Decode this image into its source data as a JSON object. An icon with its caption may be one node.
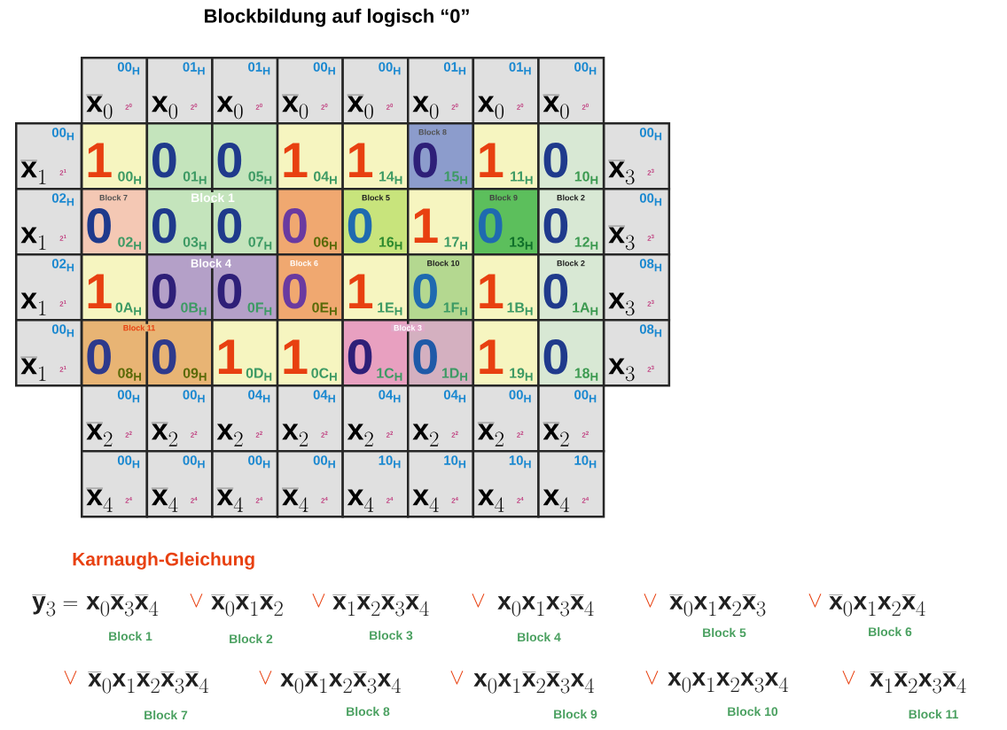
{
  "diagram": {
    "title": "Blockbildung auf logisch “0”",
    "nodes": [
      {
        "text": [
          "00$_{H}$",
          "\\overline{x}_{0}",
          "2$^{0}$"
        ]
      },
      {
        "text": [
          "01$_{H}$",
          "x_{0}",
          "2$^{0}$"
        ]
      },
      {
        "text": [
          "01$_{H}$",
          "x_{0}",
          "2$^{0}$"
        ]
      },
      {
        "text": [
          "00$_{H}$",
          "\\overline{x}_{0}",
          "2$^{0}$"
        ]
      },
      {
        "text": [
          "00$_{H}$",
          "\\overline{x}_{0}",
          "2$^{0}$"
        ]
      },
      {
        "text": [
          "01$_{H}$",
          "x_{0}",
          "2$^{0}$"
        ]
      },
      {
        "text": [
          "01$_{H}$",
          "x_{0}",
          "2$^{0}$"
        ]
      },
      {
        "text": [
          "00$_{H}$",
          "\\overline{x}_{0}",
          "2$^{0}$"
        ]
      },
      {
        "text": [
          "00$_{H}$",
          "\\overline{x}_{1}",
          "2$^{1}$"
        ]
      },
      {
        "text": [
          "1",
          "00$_{H}$"
        ]
      },
      {
        "text": [
          "0",
          "01$_{H}$"
        ]
      },
      {
        "text": [
          "0",
          "05$_{H}$"
        ]
      },
      {
        "text": [
          "1",
          "04$_{H}$"
        ]
      },
      {
        "text": [
          "1",
          "14$_{H}$"
        ]
      },
      {
        "text": [
          "0",
          "15$_{H}$"
        ]
      },
      {
        "text": [
          "1",
          "11$_{H}$"
        ]
      },
      {
        "text": [
          "0",
          "10$_{H}$"
        ]
      },
      {
        "text": [
          "00$_{H}$",
          "\\overline{x}_{3}",
          "2$^{3}$"
        ]
      },
      {
        "text": [
          "02$_{H}$",
          "x_{1}",
          "2$^{1}$"
        ]
      },
      {
        "text": [
          "0",
          "02$_{H}$"
        ]
      },
      {
        "text": [
          "0",
          "03$_{H}$"
        ]
      },
      {
        "text": [
          "0",
          "07$_{H}$"
        ]
      },
      {
        "text": [
          "0",
          "06$_{H}$"
        ]
      },
      {
        "text": [
          "0",
          "16$_{H}$"
        ]
      },
      {
        "text": [
          "1",
          "17$_{H}$"
        ]
      },
      {
        "text": [
          "0",
          "13$_{H}$"
        ]
      },
      {
        "text": [
          "0",
          "12$_{H}$"
        ]
      },
      {
        "text": [
          "00$_{H}$",
          "\\overline{x}_{3}",
          "2$^{3}$"
        ]
      },
      {
        "text": [
          "02$_{H}$",
          "x_{1}",
          "2$^{1}$"
        ]
      },
      {
        "text": [
          "1",
          "0A$_{H}$"
        ]
      },
      {
        "text": [
          "0",
          "0B$_{H}$"
        ]
      },
      {
        "text": [
          "0",
          "0F$_{H}$"
        ]
      },
      {
        "text": [
          "0",
          "0E$_{H}$"
        ]
      },
      {
        "text": [
          "1",
          "1E$_{H}$"
        ]
      },
      {
        "text": [
          "0",
          "1F$_{H}$"
        ]
      },
      {
        "text": [
          "1",
          "1B$_{H}$"
        ]
      },
      {
        "text": [
          "0",
          "1A$_{H}$"
        ]
      },
      {
        "text": [
          "08$_{H}$",
          "x_{3}",
          "2$^{3}$"
        ]
      },
      {
        "text": [
          "00$_{H}$",
          "\\overline{x}_{1}",
          "2$^{1}$"
        ]
      },
      {
        "text": [
          "0",
          "08$_{H}$"
        ]
      },
      {
        "text": [
          "0",
          "09$_{H}$"
        ]
      },
      {
        "text": [
          "1",
          "0D$_{H}$"
        ]
      },
      {
        "text": [
          "1",
          "0C$_{H}$"
        ]
      },
      {
        "text": [
          "0",
          "1C$_{H}$"
        ]
      },
      {
        "text": [
          "0",
          "1D$_{H}$"
        ]
      },
      {
        "text": [
          "1",
          "19$_{H}$"
        ]
      },
      {
        "text": [
          "0",
          "18$_{H}$"
        ]
      },
      {
        "text": [
          "08$_{H}$",
          "x_{3}",
          "2$^{3}$"
        ]
      },
      {
        "text": [
          "00$_{H}$",
          "\\overline{x}_{2}",
          "2$^{2}$"
        ]
      },
      {
        "text": [
          "00$_{H}$",
          "\\overline{x}_{2}",
          "2$^{2}$"
        ]
      },
      {
        "text": [
          "04$_{H}$",
          "x_{2}",
          "2$^{2}$"
        ]
      },
      {
        "text": [
          "04$_{H}$",
          "x_{2}",
          "2$^{2}$"
        ]
      },
      {
        "text": [
          "04$_{H}$",
          "x_{2}",
          "2$^{2}$"
        ]
      },
      {
        "text": [
          "04$_{H}$",
          "x_{2}",
          "2$^{2}$"
        ]
      },
      {
        "text": [
          "00$_{H}$",
          "\\overline{x}_{2}",
          "2$^{2}$"
        ]
      },
      {
        "text": [
          "00$_{H}$",
          "\\overline{x}_{2}",
          "2$^{2}$"
        ]
      },
      {
        "text": [
          "00$_{H}$",
          "\\overline{x}_{4}",
          "2$^{4}$"
        ]
      },
      {
        "text": [
          "00$_{H}$",
          "\\overline{x}_{4}",
          "2$^{4}$"
        ]
      },
      {
        "text": [
          "00$_{H}$",
          "\\overline{x}_{4}",
          "2$^{4}$"
        ]
      },
      {
        "text": [
          "00$_{H}$",
          "\\overline{x}_{4}",
          "2$^{4}$"
        ]
      },
      {
        "text": [
          "10$_{H}$",
          "x_{4}",
          "2$^{4}$"
        ]
      },
      {
        "text": [
          "10$_{H}$",
          "x_{4}",
          "2$^{4}$"
        ]
      },
      {
        "text": [
          "10$_{H}$",
          "x_{4}",
          "2$^{4}$"
        ]
      },
      {
        "text": [
          "10$_{H}$",
          "x_{4}",
          "2$^{4}$"
        ]
      }
    ],
    "labels": [
      "Block 8",
      "Block 7",
      "Block 1",
      "Block 5",
      "Block 9",
      "Block 2",
      "Block 4",
      "Block 6",
      "Block 10",
      "Block 2",
      "Block 11",
      "Block 3",
      "Karnaugh-Gleichung",
      "\\overline{y}_{3}=",
      "x_{0}\\overline{x}_{3}\\overline{x}_{4}",
      "\\vee",
      "\\overline{x}_{0}\\overline{x}_{1}\\overline{x}_{2}",
      "\\vee",
      "\\overline{x}_{1}\\overline{x}_{2}\\overline{x}_{3}\\overline{x}_{4}",
      "\\vee",
      "x_{0}x_{1}x_{3}\\overline{x}_{4}",
      "\\vee",
      "\\overline{x}_{0}x_{1}x_{2}\\overline{x}_{3}",
      "\\vee",
      "\\overline{x}_{0}x_{1}x_{2}\\overline{x}_{4}",
      "Block 1",
      "Block 2",
      "Block 3",
      "Block 4",
      "Block 5",
      "Block 6",
      "\\vee",
      "\\overline{x}_{0}x_{1}\\overline{x}_{2}\\overline{x}_{3}\\overline{x}_{4}",
      "\\vee",
      "x_{0}\\overline{x}_{1}x_{2}\\overline{x}_{3}x_{4}",
      "\\vee",
      "x_{0}x_{1}\\overline{x}_{2}\\overline{x}_{3}x_{4}",
      "\\vee",
      "x_{0}x_{1}x_{2}x_{3}x_{4}",
      "\\vee",
      "\\overline{x}_{1}\\overline{x}_{2}x_{3}\\overline{x}_{4}",
      "Block 7",
      "Block 8",
      "Block 9",
      "Block 10",
      "Block 11"
    ]
  }
}
